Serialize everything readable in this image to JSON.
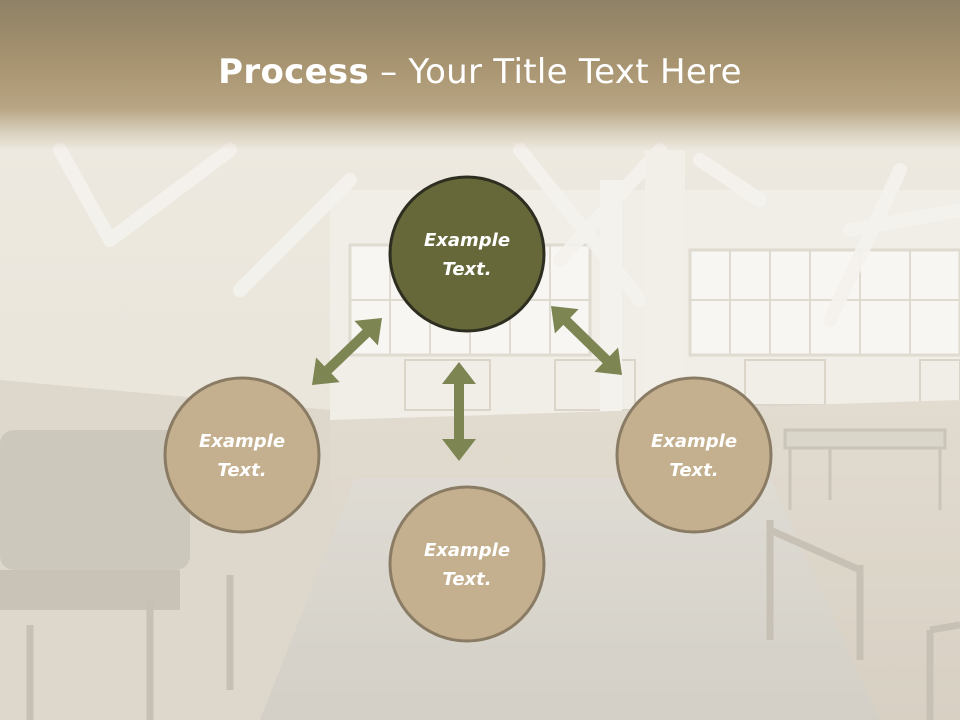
{
  "title": {
    "bold": "Process",
    "rest": " – Your Title Text Here"
  },
  "nodes": [
    {
      "label_line1": "Example",
      "label_line2": "Text.",
      "fill": "#66683a",
      "stroke": "#2e2e20"
    },
    {
      "label_line1": "Example",
      "label_line2": "Text.",
      "fill": "#c4b08e",
      "stroke": "#8a7c64"
    },
    {
      "label_line1": "Example",
      "label_line2": "Text.",
      "fill": "#c4b08e",
      "stroke": "#8a7c64"
    },
    {
      "label_line1": "Example",
      "label_line2": "Text.",
      "fill": "#c4b08e",
      "stroke": "#8a7c64"
    }
  ],
  "colors": {
    "arrow": "#7d8553",
    "title_band": "#a99571",
    "title_text": "#ffffff"
  }
}
